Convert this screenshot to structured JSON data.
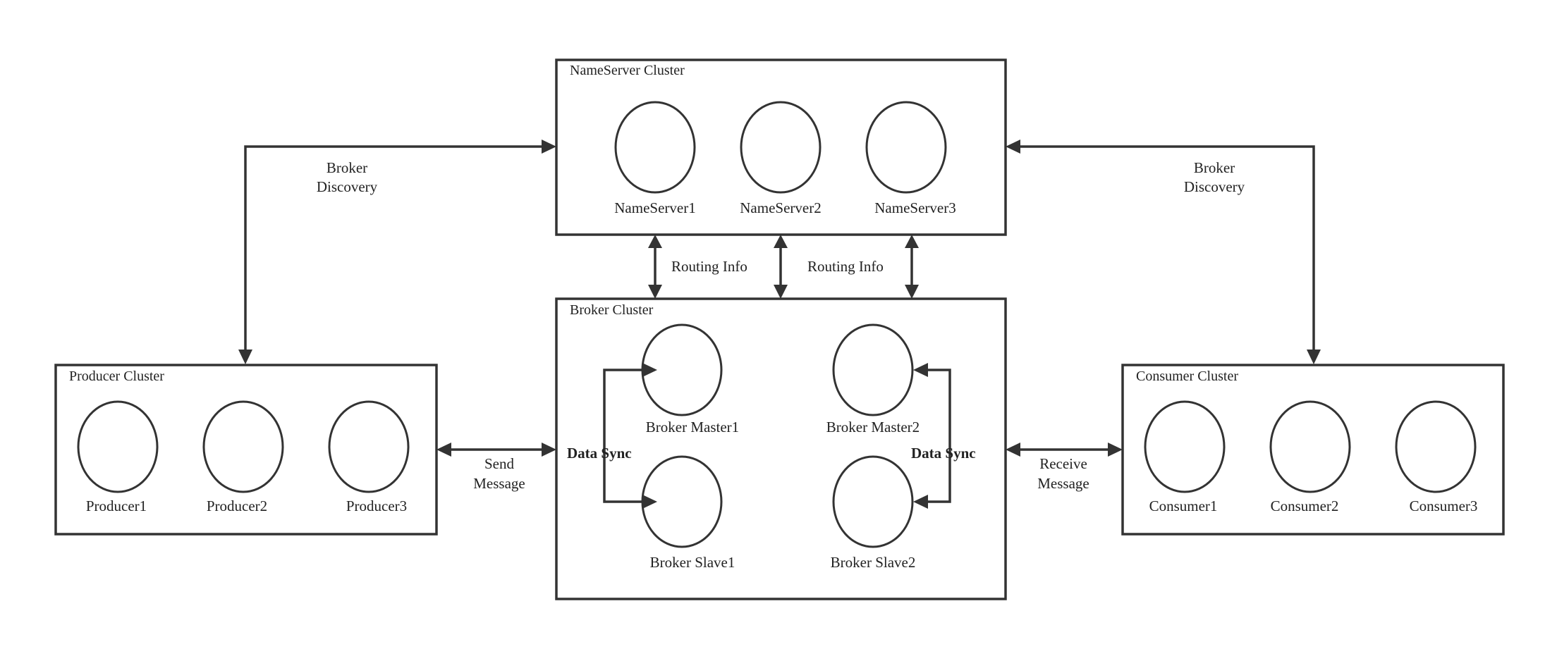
{
  "clusters": {
    "nameserver": {
      "title": "NameServer Cluster",
      "nodes": [
        "NameServer1",
        "NameServer2",
        "NameServer3"
      ]
    },
    "broker": {
      "title": "Broker Cluster",
      "nodes": [
        "Broker Master1",
        "Broker Master2",
        "Broker Slave1",
        "Broker Slave2"
      ]
    },
    "producer": {
      "title": "Producer Cluster",
      "nodes": [
        "Producer1",
        "Producer2",
        "Producer3"
      ]
    },
    "consumer": {
      "title": "Consumer Cluster",
      "nodes": [
        "Consumer1",
        "Consumer2",
        "Consumer3"
      ]
    }
  },
  "edges": {
    "broker_discovery_left": [
      "Broker",
      "Discovery"
    ],
    "broker_discovery_right": [
      "Broker",
      "Discovery"
    ],
    "routing_info_left": "Routing Info",
    "routing_info_right": "Routing Info",
    "send_message": [
      "Send",
      "Message"
    ],
    "receive_message": [
      "Receive",
      "Message"
    ],
    "data_sync_left": "Data Sync",
    "data_sync_right": "Data Sync"
  },
  "colors": {
    "stroke": "#333333",
    "text": "#222222",
    "background": "#ffffff"
  }
}
